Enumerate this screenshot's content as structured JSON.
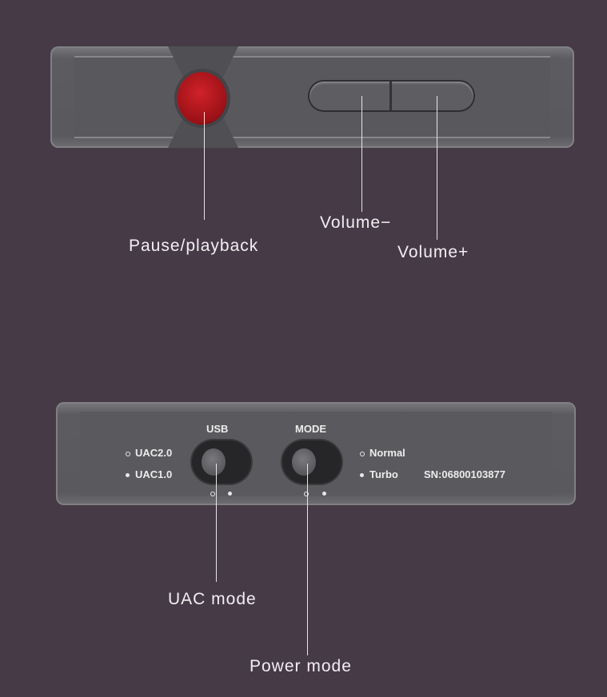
{
  "top_view": {
    "callouts": {
      "pause": "Pause/playback",
      "volume_down": "Volume−",
      "volume_up": "Volume+"
    }
  },
  "bottom_view": {
    "panel": {
      "usb_label": "USB",
      "mode_label": "MODE",
      "uac2": "UAC2.0",
      "uac1": "UAC1.0",
      "normal": "Normal",
      "turbo": "Turbo",
      "serial": "SN:06800103877"
    },
    "callouts": {
      "uac_mode": "UAC mode",
      "power_mode": "Power mode"
    }
  },
  "colors": {
    "background": "#463a46",
    "button_red": "#c0181f"
  }
}
